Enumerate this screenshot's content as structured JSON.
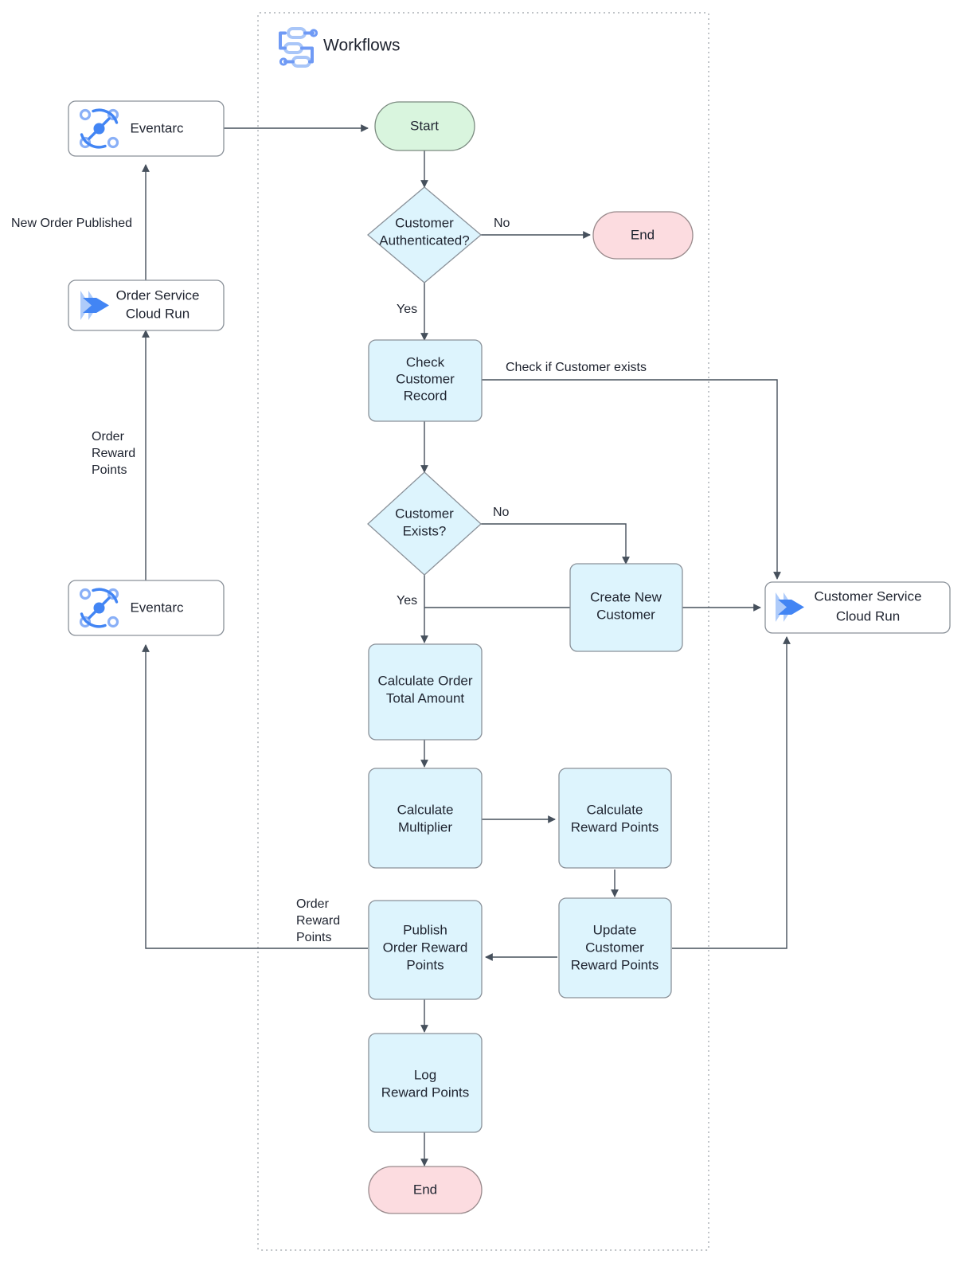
{
  "group": {
    "title": "Workflows",
    "icon": "workflows-icon"
  },
  "colors": {
    "process_fill": "#ddf4fd",
    "start_fill": "#d9f5de",
    "end_fill": "#fcdce0",
    "service_fill": "#ffffff",
    "stroke": "#8a9199",
    "edge": "#46505c",
    "brand_blue": "#4285f4",
    "brand_blue_light": "#a9c6f8"
  },
  "nodes": {
    "eventarc_top": {
      "label": "Eventarc",
      "icon": "eventarc-icon",
      "type": "service"
    },
    "order_service": {
      "label_line1": "Order Service",
      "label_line2": "Cloud Run",
      "icon": "cloud-run-icon",
      "type": "service"
    },
    "eventarc_bottom": {
      "label": "Eventarc",
      "icon": "eventarc-icon",
      "type": "service"
    },
    "customer_service": {
      "label_line1": "Customer Service",
      "label_line2": "Cloud Run",
      "icon": "cloud-run-icon",
      "type": "service"
    },
    "start": {
      "label": "Start",
      "type": "terminator"
    },
    "end_top": {
      "label": "End",
      "type": "terminator"
    },
    "end_bottom": {
      "label": "End",
      "type": "terminator"
    },
    "customer_authenticated": {
      "label_line1": "Customer",
      "label_line2": "Authenticated?",
      "type": "decision"
    },
    "check_customer_record": {
      "label_line1": "Check",
      "label_line2": "Customer",
      "label_line3": "Record",
      "type": "process"
    },
    "customer_exists": {
      "label_line1": "Customer",
      "label_line2": "Exists?",
      "type": "decision"
    },
    "create_new_customer": {
      "label_line1": "Create New",
      "label_line2": "Customer",
      "type": "process"
    },
    "calculate_order_total": {
      "label_line1": "Calculate Order",
      "label_line2": "Total Amount",
      "type": "process"
    },
    "calculate_multiplier": {
      "label_line1": "Calculate",
      "label_line2": "Multiplier",
      "type": "process"
    },
    "calculate_reward_points": {
      "label_line1": "Calculate",
      "label_line2": "Reward Points",
      "type": "process"
    },
    "update_customer_reward_points": {
      "label_line1": "Update",
      "label_line2": "Customer",
      "label_line3": "Reward Points",
      "type": "process"
    },
    "publish_order_reward_points": {
      "label_line1": "Publish",
      "label_line2": "Order Reward",
      "label_line3": "Points",
      "type": "process"
    },
    "log_reward_points": {
      "label_line1": "Log",
      "label_line2": "Reward Points",
      "type": "process"
    }
  },
  "edge_labels": {
    "new_order_published": "New Order Published",
    "order_reward_points_left": {
      "line1": "Order",
      "line2": "Reward",
      "line3": "Points"
    },
    "order_reward_points_inner": {
      "line1": "Order",
      "line2": "Reward",
      "line3": "Points"
    },
    "auth_no": "No",
    "auth_yes": "Yes",
    "check_if_customer_exists": "Check if Customer exists",
    "exists_no": "No",
    "exists_yes": "Yes"
  }
}
